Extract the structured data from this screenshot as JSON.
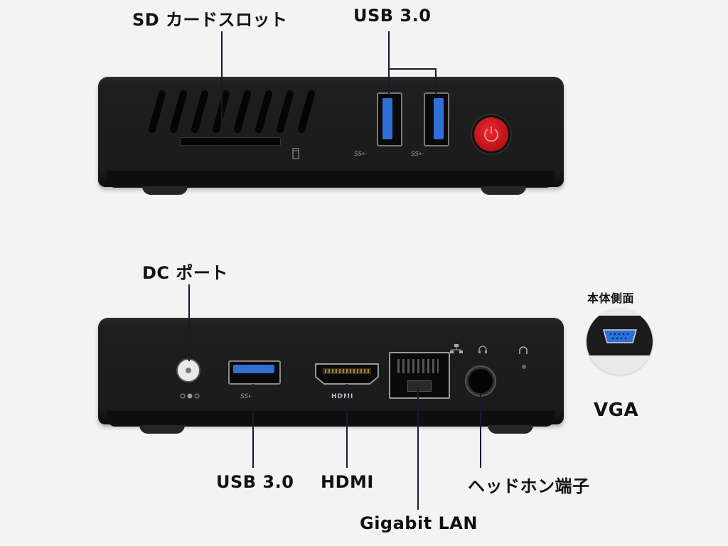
{
  "top_labels": {
    "sd_slot": "SD カードスロット",
    "usb_top": "USB 3.0"
  },
  "bottom_labels": {
    "dc_port": "DC ポート",
    "usb_bottom": "USB 3.0",
    "hdmi": "HDMI",
    "lan": "Gigabit LAN",
    "headphone": "ヘッドホン端子",
    "side_view": "本体側面",
    "vga": "VGA"
  },
  "port_marks": {
    "ss_usb_1": "SS⇠",
    "ss_usb_2": "SS⇠",
    "ss_usb_3": "SS⇠",
    "hdmi_logo": "HDMI"
  },
  "colors": {
    "power_button": "#c8161d",
    "usb_blue": "#2f6fd6",
    "body": "#1b1b1b"
  }
}
